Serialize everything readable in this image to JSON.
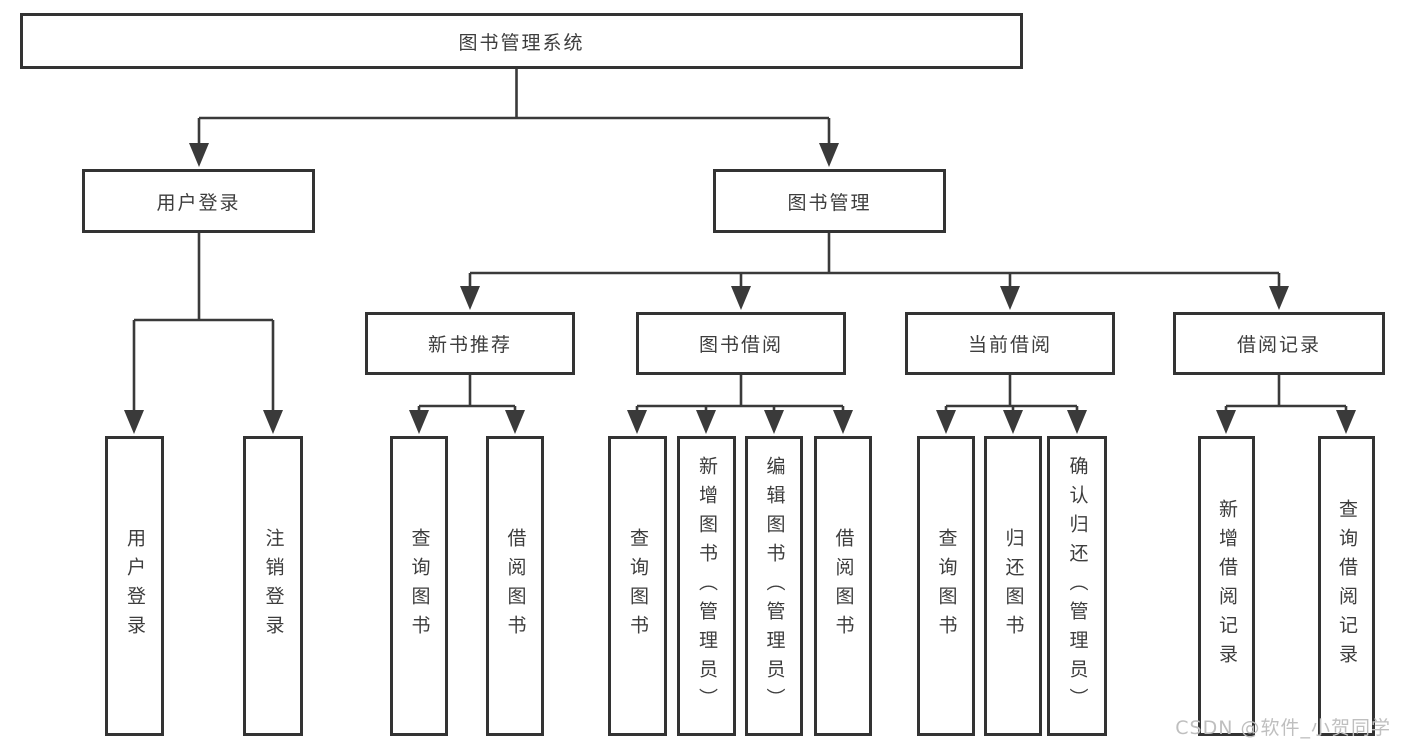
{
  "diagram": {
    "root": "图书管理系统",
    "branches": [
      {
        "label": "用户登录",
        "children": [
          "用户登录",
          "注销登录"
        ]
      },
      {
        "label": "图书管理",
        "sections": [
          {
            "label": "新书推荐",
            "children": [
              "查询图书",
              "借阅图书"
            ]
          },
          {
            "label": "图书借阅",
            "children": [
              "查询图书",
              "新增图书（管理员）",
              "编辑图书（管理员）",
              "借阅图书"
            ]
          },
          {
            "label": "当前借阅",
            "children": [
              "查询图书",
              "归还图书",
              "确认归还（管理员）"
            ]
          },
          {
            "label": "借阅记录",
            "children": [
              "新增借阅记录",
              "查询借阅记录"
            ]
          }
        ]
      }
    ]
  },
  "watermark": {
    "text": "CSDN @软件_小贺同学"
  },
  "colors": {
    "line": "#3a3a3a",
    "box_border": "#333333",
    "text": "#3d3d3d",
    "watermark": "#bfbfbf",
    "background": "#ffffff"
  }
}
